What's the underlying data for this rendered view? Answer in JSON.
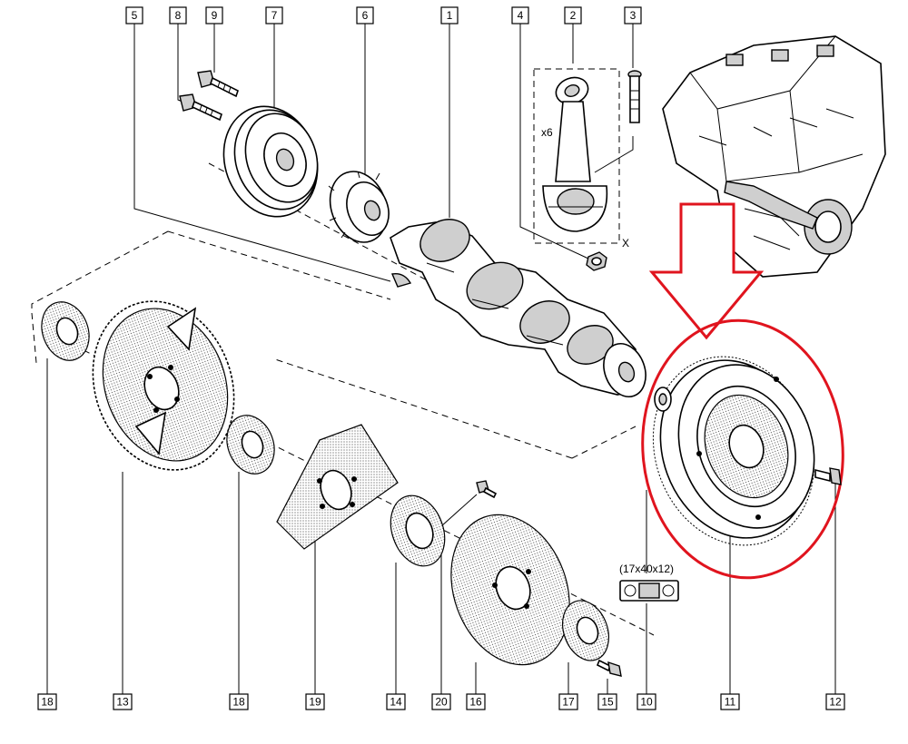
{
  "callouts_top": [
    {
      "label": "5"
    },
    {
      "label": "8"
    },
    {
      "label": "9"
    },
    {
      "label": "7"
    },
    {
      "label": "6"
    },
    {
      "label": "1"
    },
    {
      "label": "4"
    },
    {
      "label": "2"
    },
    {
      "label": "3"
    }
  ],
  "callouts_bottom": [
    {
      "label": "18"
    },
    {
      "label": "13"
    },
    {
      "label": "18"
    },
    {
      "label": "19"
    },
    {
      "label": "14"
    },
    {
      "label": "20"
    },
    {
      "label": "16"
    },
    {
      "label": "17"
    },
    {
      "label": "15"
    },
    {
      "label": "10"
    },
    {
      "label": "11"
    },
    {
      "label": "12"
    }
  ],
  "annotations": {
    "conrod_count": "x6",
    "conrod_mark": "X",
    "bushing_size": "(17x40x12)"
  },
  "colors": {
    "highlight": "#e0141e",
    "line": "#000000",
    "background": "#ffffff"
  }
}
